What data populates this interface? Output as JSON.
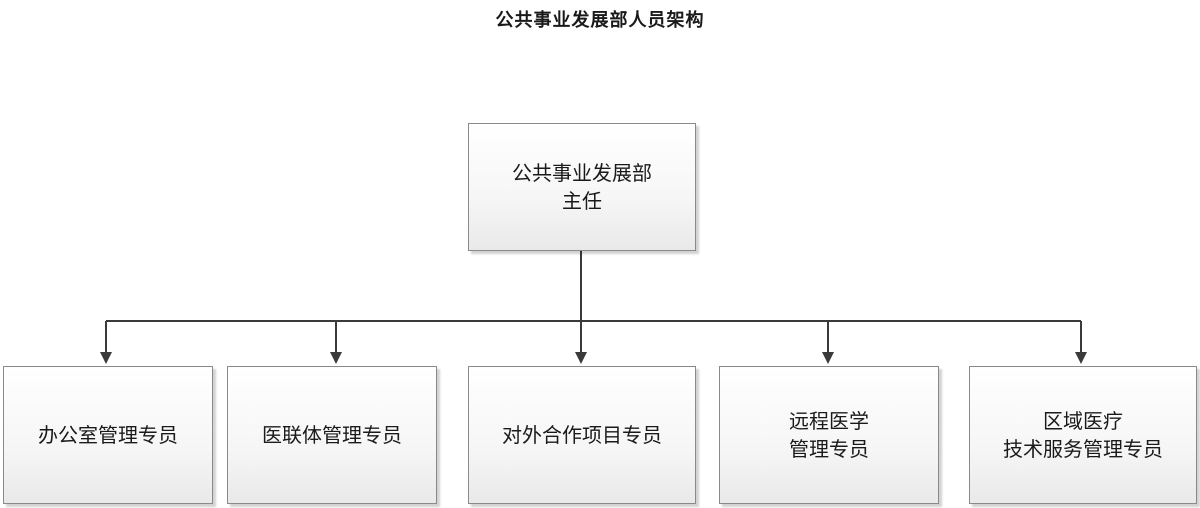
{
  "title": "公共事业发展部人员架构",
  "root": {
    "lines": [
      "公共事业发展部",
      "主任"
    ]
  },
  "children": [
    {
      "lines": [
        "办公室管理专员"
      ]
    },
    {
      "lines": [
        "医联体管理专员"
      ]
    },
    {
      "lines": [
        "对外合作项目专员"
      ]
    },
    {
      "lines": [
        "远程医学",
        "管理专员"
      ]
    },
    {
      "lines": [
        "区域医疗",
        "技术服务管理专员"
      ]
    }
  ],
  "colors": {
    "connector": "#3a3a3a",
    "border": "#8a8a8a"
  }
}
